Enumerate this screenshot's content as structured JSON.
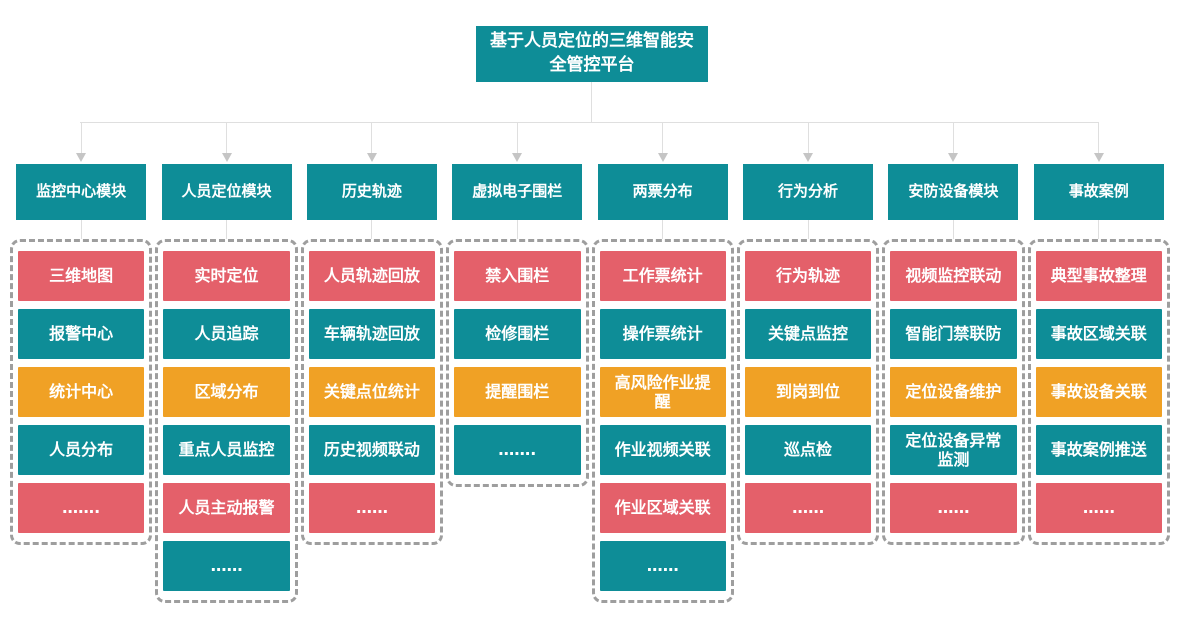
{
  "root": {
    "title": "基于人员定位的三维智能安全管控平台"
  },
  "colors": {
    "teal": "#0E8D97",
    "red": "#E4606A",
    "orange": "#F0A125",
    "connector": "#DFDFDF",
    "arrow": "#C5C5C5",
    "dash": "#9E9E9E"
  },
  "columns": [
    {
      "header": "监控中心模块",
      "items": [
        {
          "label": "三维地图",
          "color": "red"
        },
        {
          "label": "报警中心",
          "color": "teal"
        },
        {
          "label": "统计中心",
          "color": "orange"
        },
        {
          "label": "人员分布",
          "color": "teal"
        },
        {
          "label": "…….",
          "color": "red"
        }
      ]
    },
    {
      "header": "人员定位模块",
      "items": [
        {
          "label": "实时定位",
          "color": "red"
        },
        {
          "label": "人员追踪",
          "color": "teal"
        },
        {
          "label": "区域分布",
          "color": "orange"
        },
        {
          "label": "重点人员监控",
          "color": "teal"
        },
        {
          "label": "人员主动报警",
          "color": "red"
        },
        {
          "label": "……",
          "color": "teal"
        }
      ]
    },
    {
      "header": "历史轨迹",
      "items": [
        {
          "label": "人员轨迹回放",
          "color": "red"
        },
        {
          "label": "车辆轨迹回放",
          "color": "teal"
        },
        {
          "label": "关键点位统计",
          "color": "orange"
        },
        {
          "label": "历史视频联动",
          "color": "teal"
        },
        {
          "label": "……",
          "color": "red"
        }
      ]
    },
    {
      "header": "虚拟电子围栏",
      "items": [
        {
          "label": "禁入围栏",
          "color": "red"
        },
        {
          "label": "检修围栏",
          "color": "teal"
        },
        {
          "label": "提醒围栏",
          "color": "orange"
        },
        {
          "label": "…….",
          "color": "teal"
        }
      ]
    },
    {
      "header": "两票分布",
      "items": [
        {
          "label": "工作票统计",
          "color": "red"
        },
        {
          "label": "操作票统计",
          "color": "teal"
        },
        {
          "label": "高风险作业提醒",
          "color": "orange"
        },
        {
          "label": "作业视频关联",
          "color": "teal"
        },
        {
          "label": "作业区域关联",
          "color": "red"
        },
        {
          "label": "……",
          "color": "teal"
        }
      ]
    },
    {
      "header": "行为分析",
      "items": [
        {
          "label": "行为轨迹",
          "color": "red"
        },
        {
          "label": "关键点监控",
          "color": "teal"
        },
        {
          "label": "到岗到位",
          "color": "orange"
        },
        {
          "label": "巡点检",
          "color": "teal"
        },
        {
          "label": "……",
          "color": "red"
        }
      ]
    },
    {
      "header": "安防设备模块",
      "items": [
        {
          "label": "视频监控联动",
          "color": "red"
        },
        {
          "label": "智能门禁联防",
          "color": "teal"
        },
        {
          "label": "定位设备维护",
          "color": "orange"
        },
        {
          "label": "定位设备异常监测",
          "color": "teal"
        },
        {
          "label": "……",
          "color": "red"
        }
      ]
    },
    {
      "header": "事故案例",
      "items": [
        {
          "label": "典型事故整理",
          "color": "red"
        },
        {
          "label": "事故区域关联",
          "color": "teal"
        },
        {
          "label": "事故设备关联",
          "color": "orange"
        },
        {
          "label": "事故案例推送",
          "color": "teal"
        },
        {
          "label": "……",
          "color": "red"
        }
      ]
    }
  ]
}
